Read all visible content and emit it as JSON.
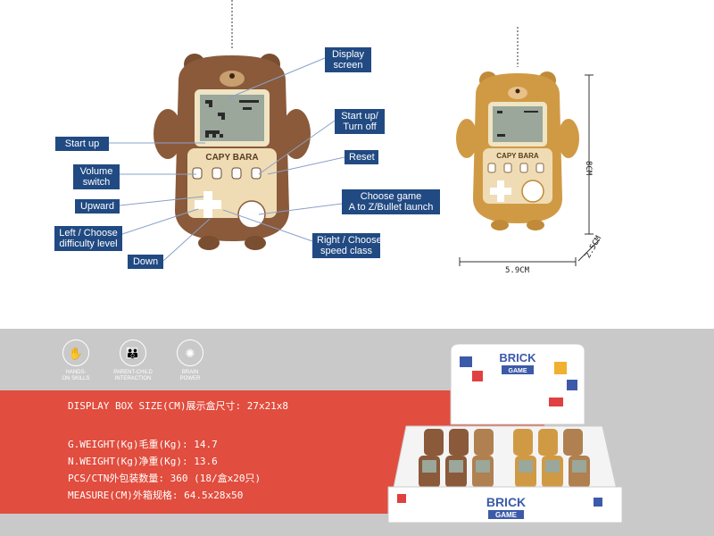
{
  "labels": {
    "display_screen": "Display\nscreen",
    "start_up_turn_off": "Start up/\nTurn off",
    "start_up": "Start up",
    "reset": "Reset",
    "volume_switch": "Volume\nswitch",
    "choose_game": "Choose game\nA to Z/Bullet launch",
    "upward": "Upward",
    "left_choose": "Left / Choose\ndifficulty level",
    "right_choose": "Right / Choose\nspeed class",
    "down": "Down"
  },
  "device": {
    "brand_text": "CAPY BARA",
    "colors": {
      "brown": "#8a5a3a",
      "gold": "#d09a45"
    }
  },
  "dimensions": {
    "height": "8CM",
    "width": "5.9CM",
    "depth": "2.5CM"
  },
  "features": [
    {
      "icon": "hand-icon",
      "label": "HANDS-\nON SKILLS"
    },
    {
      "icon": "parent-child-icon",
      "label": "PARENT-CHILD\nINTERACTION"
    },
    {
      "icon": "brain-icon",
      "label": "BRAIN\nPOWER"
    }
  ],
  "specs": {
    "display_box": "DISPLAY BOX SIZE(CM)展示盒尺寸: 27x21x8",
    "gross_weight": "G.WEIGHT(Kg)毛重(Kg): 14.7",
    "net_weight": "N.WEIGHT(Kg)净重(Kg): 13.6",
    "pcs_ctn": "PCS/CTN外包装数量: 360 (18/盒x20只)",
    "measure": "MEASURE(CM)外箱规格: 64.5x28x50"
  },
  "box": {
    "title_line1": "BRICK",
    "title_line2": "GAME"
  }
}
